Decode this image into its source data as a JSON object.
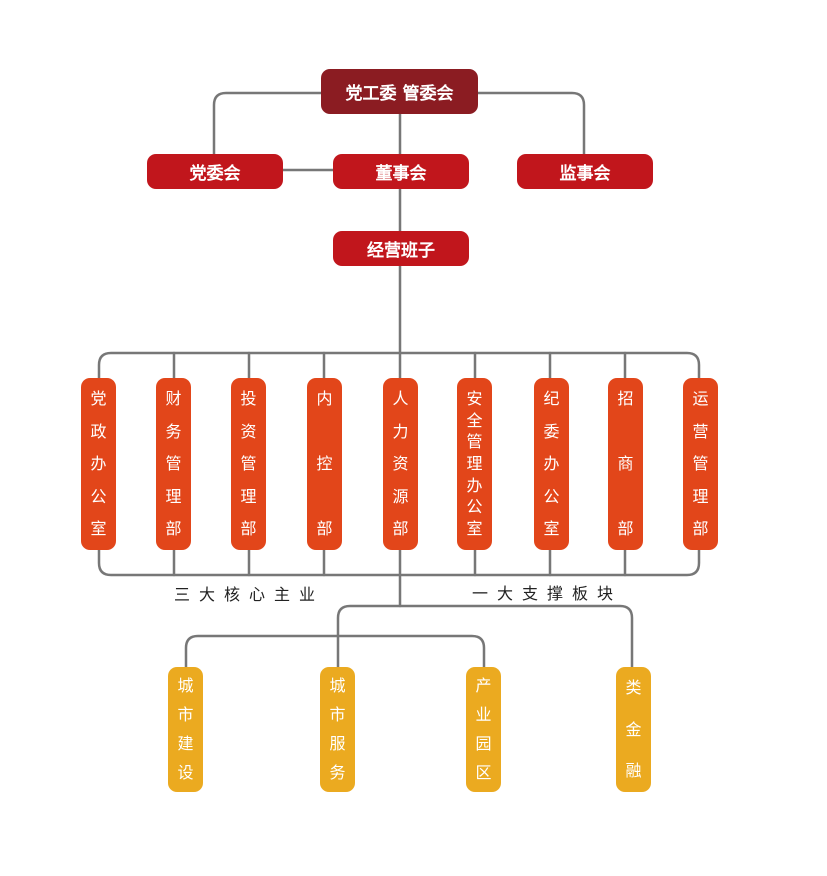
{
  "top": {
    "label": "党工委 管委会"
  },
  "second_row": {
    "party_committee": "党委会",
    "board": "董事会",
    "supervisors": "监事会"
  },
  "management": {
    "label": "经营班子"
  },
  "departments": [
    {
      "label": "党政办公室",
      "chars": [
        "党",
        "政",
        "办",
        "公",
        "室"
      ]
    },
    {
      "label": "财务管理部",
      "chars": [
        "财",
        "务",
        "管",
        "理",
        "部"
      ]
    },
    {
      "label": "投资管理部",
      "chars": [
        "投",
        "资",
        "管",
        "理",
        "部"
      ]
    },
    {
      "label": "内控部",
      "chars": [
        "内",
        "控",
        "部"
      ]
    },
    {
      "label": "人力资源部",
      "chars": [
        "人",
        "力",
        "资",
        "源",
        "部"
      ]
    },
    {
      "label": "安全管理办公室",
      "chars": [
        "安",
        "全",
        "管",
        "理",
        "办",
        "公",
        "室"
      ]
    },
    {
      "label": "纪委办公室",
      "chars": [
        "纪",
        "委",
        "办",
        "公",
        "室"
      ]
    },
    {
      "label": "招商部",
      "chars": [
        "招",
        "商",
        "部"
      ]
    },
    {
      "label": "运营管理部",
      "chars": [
        "运",
        "营",
        "管",
        "理",
        "部"
      ]
    }
  ],
  "captions": {
    "core": "三大核心主业",
    "support": "一大支撑板块"
  },
  "businesses": [
    {
      "label": "城市建设",
      "chars": [
        "城",
        "市",
        "建",
        "设"
      ]
    },
    {
      "label": "城市服务",
      "chars": [
        "城",
        "市",
        "服",
        "务"
      ]
    },
    {
      "label": "产业园区",
      "chars": [
        "产",
        "业",
        "园",
        "区"
      ]
    },
    {
      "label": "类金融",
      "chars": [
        "类",
        "金",
        "融"
      ]
    }
  ],
  "colors": {
    "top": "#8b1c22",
    "red": "#c1161c",
    "orange": "#e2461a",
    "yellow": "#ebaa20",
    "line": "#777777"
  }
}
